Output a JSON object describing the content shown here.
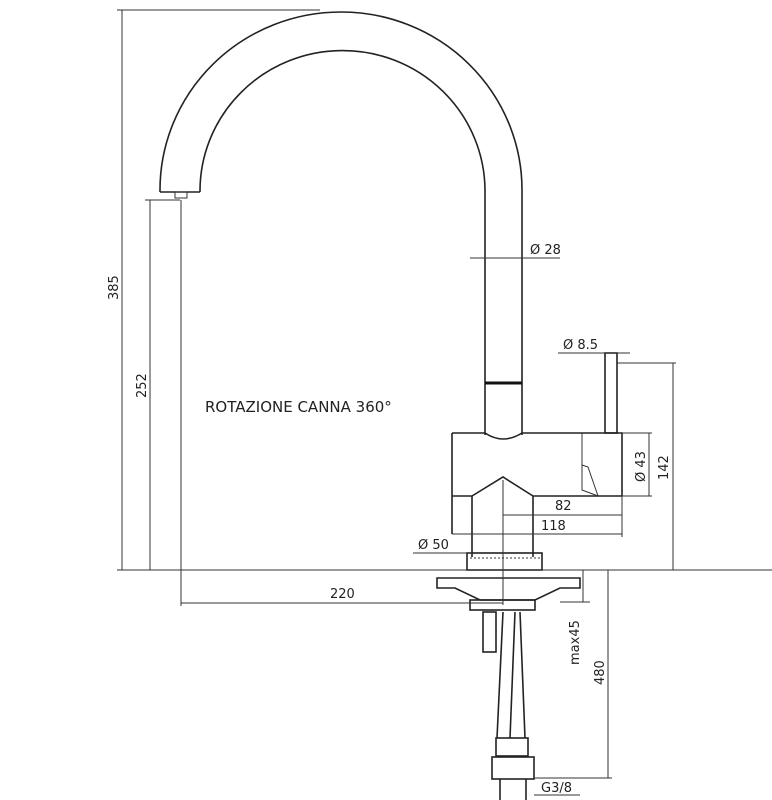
{
  "title": "ROTAZIONE CANNA 360°",
  "dimensions": {
    "total_height": "385",
    "spout_height": "252",
    "spout_reach": "220",
    "spout_diameter": "Ø 28",
    "lever_diameter": "Ø 8.5",
    "body_diameter": "Ø 43",
    "body_height": "142",
    "lever_offset": "82",
    "body_length": "118",
    "base_diameter": "Ø 50",
    "max_thickness": "max45",
    "hose_length": "480",
    "connection": "G3/8"
  }
}
